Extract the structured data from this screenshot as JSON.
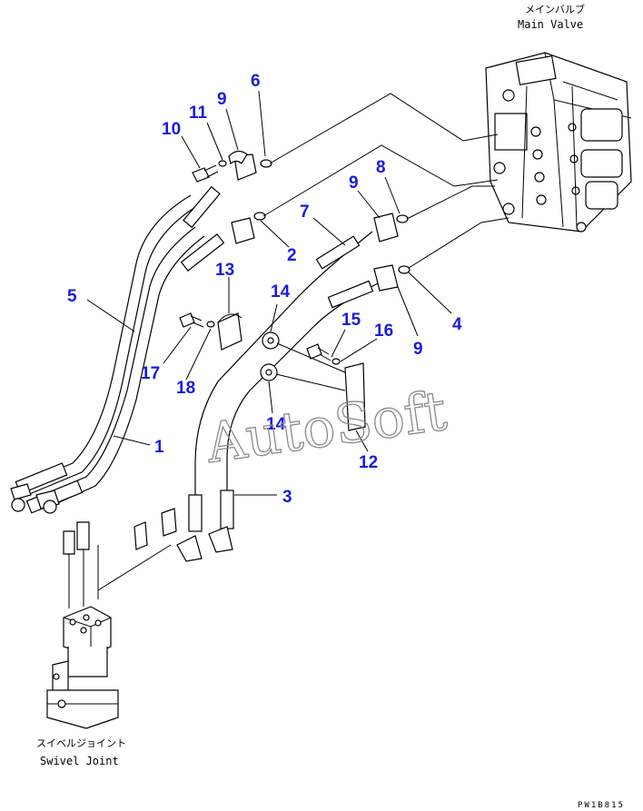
{
  "labels": {
    "main_valve_jp": "メインバルブ",
    "main_valve_en": "Main Valve",
    "swivel_joint_jp": "スイベルジョイント",
    "swivel_joint_en": "Swivel Joint",
    "drawing_code": "PW1B815",
    "watermark": "AutoSoft"
  },
  "callouts": [
    "6",
    "9",
    "11",
    "10",
    "8",
    "9",
    "7",
    "2",
    "13",
    "5",
    "14",
    "17",
    "18",
    "15",
    "16",
    "4",
    "9",
    "14",
    "12",
    "1",
    "3"
  ],
  "colors": {
    "callout": "#1a1ae0",
    "line": "#000000",
    "watermark": "#8a8a8a"
  }
}
